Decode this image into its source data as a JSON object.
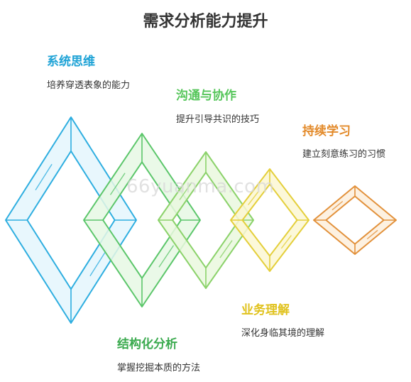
{
  "title": "需求分析能力提升",
  "watermark": "66yuanma.com",
  "items": [
    {
      "label": "系统思维",
      "desc": "培养穿透表象的能力",
      "color": "#1fa3d6",
      "fill": "#e3f5fd"
    },
    {
      "label": "沟通与协作",
      "desc": "提升引导共识的技巧",
      "color": "#56c65b",
      "fill": "#e5f7e3"
    },
    {
      "label": "持续学习",
      "desc": "建立刻意练习的习惯",
      "color": "#e38a2a",
      "fill": "#fdeedd"
    },
    {
      "label": "业务理解",
      "desc": "深化身临其境的理解",
      "color": "#e0c21d",
      "fill": "#fcf8d3"
    },
    {
      "label": "结构化分析",
      "desc": "掌握挖掘本质的方法",
      "color": "#3aaa4e",
      "fill": "#e8f8e6"
    }
  ],
  "shapes": [
    {
      "name": "shape-system-thinking",
      "stroke": "#2eaee0",
      "fill": "#e4f6fd"
    },
    {
      "name": "shape-structured-analysis",
      "stroke": "#5bc66a",
      "fill": "#e6f8e4"
    },
    {
      "name": "shape-communication",
      "stroke": "#8bd26a",
      "fill": "#eaf8de"
    },
    {
      "name": "shape-business",
      "stroke": "#e4cf3b",
      "fill": "#fcf7d2"
    },
    {
      "name": "shape-continuous-learning",
      "stroke": "#e2913b",
      "fill": "#fdeedc"
    }
  ]
}
